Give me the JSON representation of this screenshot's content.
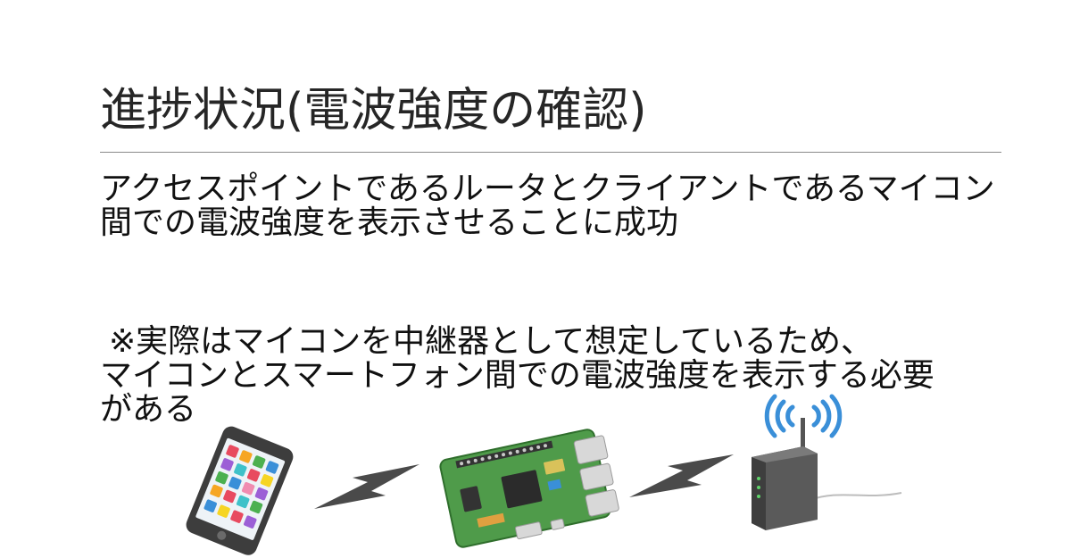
{
  "slide": {
    "title": "進捗状況(電波強度の確認)",
    "paragraph1": {
      "lines": [
        "アクセスポイントであるルータとクライアントであるマイコン",
        "間での電波強度を表示させることに成功"
      ]
    },
    "paragraph2": {
      "lines": [
        "※実際はマイコンを中継器として想定しているため、",
        "マイコンとスマートフォン間での電波強度を表示する必要",
        "がある"
      ]
    }
  },
  "illustration": {
    "icons": [
      "smartphone-icon",
      "lightning-icon",
      "microcontroller-board-icon",
      "lightning-icon",
      "wifi-router-icon"
    ],
    "colors": {
      "bolt": "#4a4a4a",
      "board": "#4f9b4a",
      "wifi_waves": "#3a8fd8",
      "phone_body": "#3d3d3d",
      "router_body": "#5a5a5a"
    }
  }
}
